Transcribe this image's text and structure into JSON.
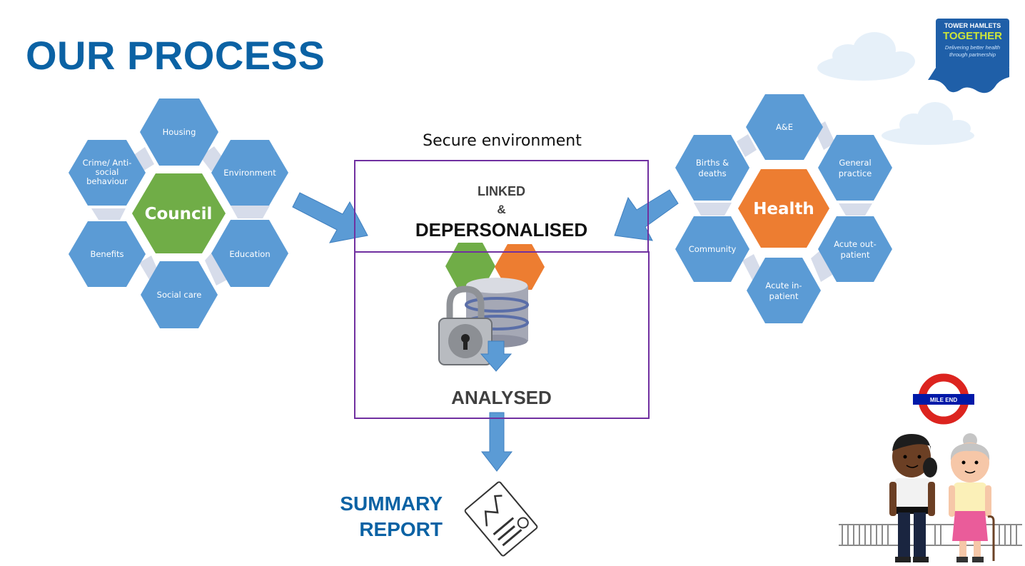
{
  "title": "OUR PROCESS",
  "logo": {
    "line1": "TOWER HAMLETS",
    "line2": "TOGETHER",
    "line3": "Delivering better health",
    "line4": "through partnership"
  },
  "council": {
    "center": "Council",
    "items": [
      "Housing",
      "Environment",
      "Education",
      "Social care",
      "Benefits",
      "Crime/ Anti-social behaviour"
    ]
  },
  "health": {
    "center": "Health",
    "items": [
      "A&E",
      "General practice",
      "Acute out-patient",
      "Acute in-patient",
      "Community",
      "Births & deaths"
    ]
  },
  "secure": {
    "title": "Secure environment",
    "linked": "LINKED",
    "amp": "&",
    "depersonalised": "DEPERSONALISED",
    "analysed": "ANALYSED"
  },
  "summary": {
    "line1": "SUMMARY",
    "line2": "REPORT"
  },
  "station_sign": "MILE END",
  "colors": {
    "title": "#0b62a4",
    "hex_blue": "#5b9bd5",
    "council_green": "#70ad47",
    "health_orange": "#ed7d31",
    "box_border": "#7030a0",
    "arrow_blue": "#5b9bd5"
  }
}
